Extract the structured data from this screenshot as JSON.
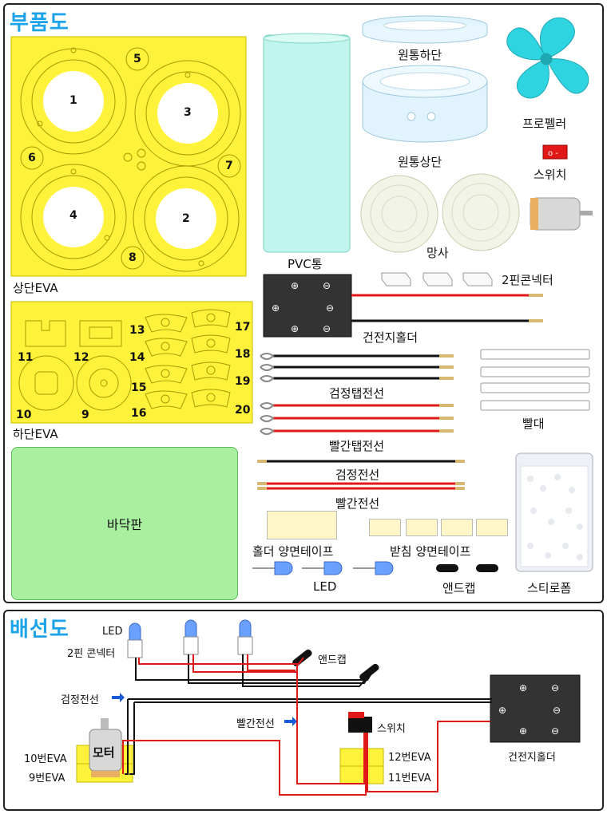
{
  "titles": {
    "parts": "부품도",
    "wiring": "배선도"
  },
  "parts": {
    "upper_eva": "상단EVA",
    "lower_eva": "하단EVA",
    "pvc": "PVC통",
    "cyl_bottom": "원통하단",
    "cyl_top": "원통상단",
    "propeller": "프로펠러",
    "switch": "스위치",
    "mesh": "망사",
    "connector": "2핀콘넥터",
    "battery": "건전지홀더",
    "black_tab": "검정탭전선",
    "red_tab": "빨간탭전선",
    "black_wire": "검정전선",
    "red_wire": "빨간전선",
    "straw": "빨대",
    "base": "바닥판",
    "holder_tape": "홀더 양면테이프",
    "support_tape": "받침 양면테이프",
    "led": "LED",
    "endcap": "앤드캡",
    "styrofoam": "스티로폼"
  },
  "upper_nums": [
    "1",
    "3",
    "4",
    "2",
    "5",
    "6",
    "7",
    "8"
  ],
  "lower_nums": [
    "11",
    "12",
    "10",
    "9",
    "13",
    "14",
    "15",
    "16",
    "17",
    "18",
    "19",
    "20"
  ],
  "wiring": {
    "led": "LED",
    "connector": "2핀 콘넥터",
    "endcap": "앤드캡",
    "black_wire": "검정전선",
    "red_wire": "빨간전선",
    "switch": "스위치",
    "motor": "모터",
    "eva10": "10번EVA",
    "eva9": "9번EVA",
    "eva12": "12번EVA",
    "eva11": "11번EVA",
    "battery": "건전지홀더"
  },
  "colors": {
    "title": "#1aa3e8",
    "eva": "#fff23a",
    "red": "#e01818",
    "black": "#111111",
    "cyan": "#2ed4e0",
    "base": "#a8f0a0"
  }
}
